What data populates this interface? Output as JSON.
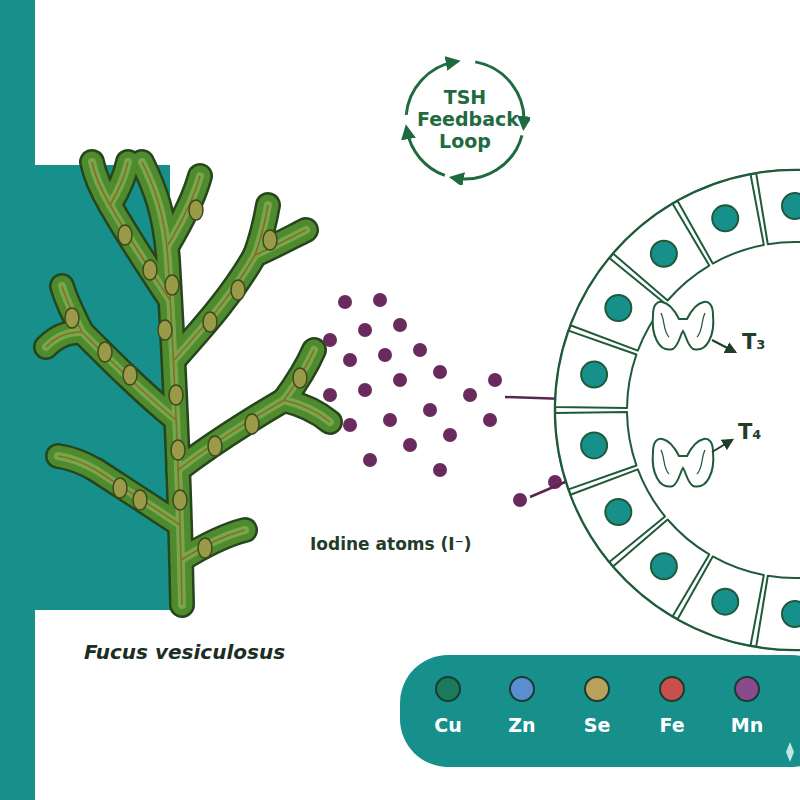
{
  "diagram": {
    "nodes": [
      {
        "text": [
          "TSH Feedback Loop"
        ]
      }
    ],
    "labels": [
      "Iodine atoms (I⁻)",
      "Fucus vesiculosus",
      "T₃",
      "T₄"
    ],
    "legend": [
      {
        "text": "Cu",
        "color": "#1b7a5c"
      },
      {
        "text": "Zn",
        "color": "#5b8ed0"
      },
      {
        "text": "Se",
        "color": "#b8a25a"
      },
      {
        "text": "Fe",
        "color": "#c8504a"
      },
      {
        "text": "Mn",
        "color": "#8a4a8c"
      }
    ]
  }
}
